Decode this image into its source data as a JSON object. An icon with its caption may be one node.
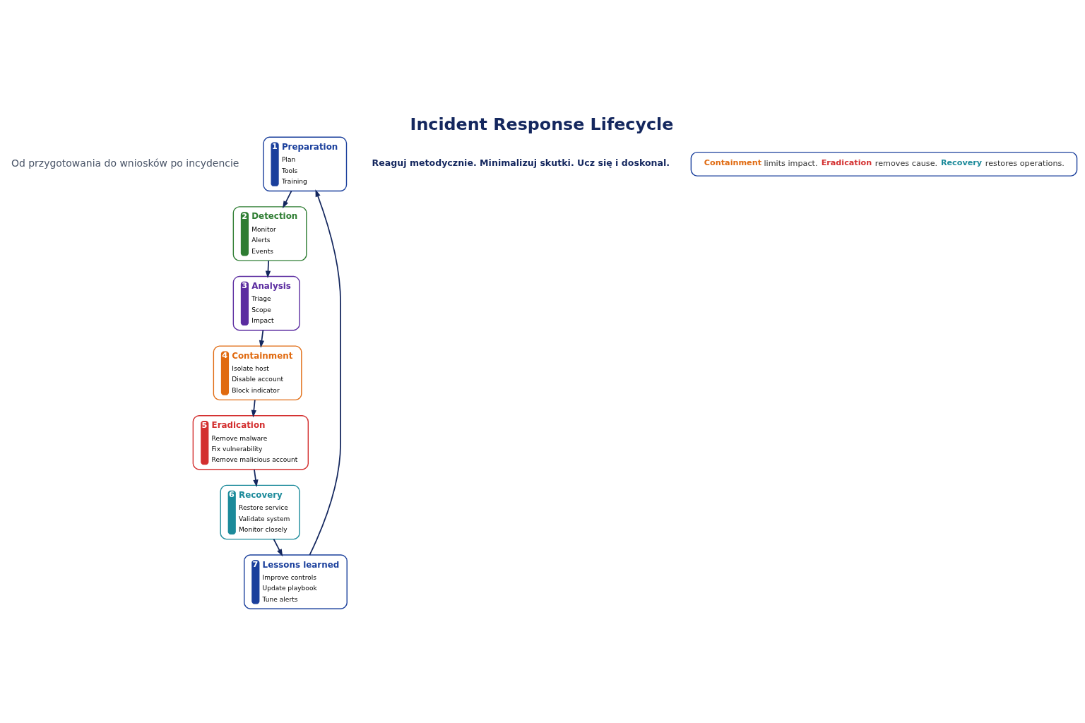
{
  "diagram": {
    "title": "Incident Response Lifecycle",
    "nodes": [
      {
        "text": [
          "1",
          "Preparation",
          "Plan",
          "Tools",
          "Training"
        ]
      },
      {
        "text": [
          "2",
          "Detection",
          "Monitor",
          "Alerts",
          "Events"
        ]
      },
      {
        "text": [
          "3",
          "Analysis",
          "Triage",
          "Scope",
          "Impact"
        ]
      },
      {
        "text": [
          "4",
          "Containment",
          "Isolate host",
          "Disable account",
          "Block indicator"
        ]
      },
      {
        "text": [
          "5",
          "Eradication",
          "Remove malware",
          "Fix vulnerability",
          "Remove malicious account"
        ]
      },
      {
        "text": [
          "6",
          "Recovery",
          "Restore service",
          "Validate system",
          "Monitor closely"
        ]
      },
      {
        "text": [
          "7",
          "Lessons learned",
          "Improve controls",
          "Update playbook",
          "Tune alerts"
        ]
      },
      {
        "text": [
          "Reaguj metodycznie. Minimalizuj skutki. Ucz się i doskonal."
        ]
      },
      {
        "text": [
          "Containment",
          "limits impact.",
          "Eradication",
          "removes cause.",
          "Recovery",
          "restores operations."
        ]
      }
    ],
    "edges": [
      {
        "from": 0,
        "to": 1,
        "arrow": "to"
      },
      {
        "from": 1,
        "to": 2,
        "arrow": "to"
      },
      {
        "from": 2,
        "to": 3,
        "arrow": "to"
      },
      {
        "from": 3,
        "to": 4,
        "arrow": "to"
      },
      {
        "from": 4,
        "to": 5,
        "arrow": "to"
      },
      {
        "from": 5,
        "to": 6,
        "arrow": "to"
      },
      {
        "from": 6,
        "to": 0,
        "arrow": "to"
      }
    ],
    "labels": [
      "Od przygotowania do wniosków po incydencie"
    ]
  }
}
